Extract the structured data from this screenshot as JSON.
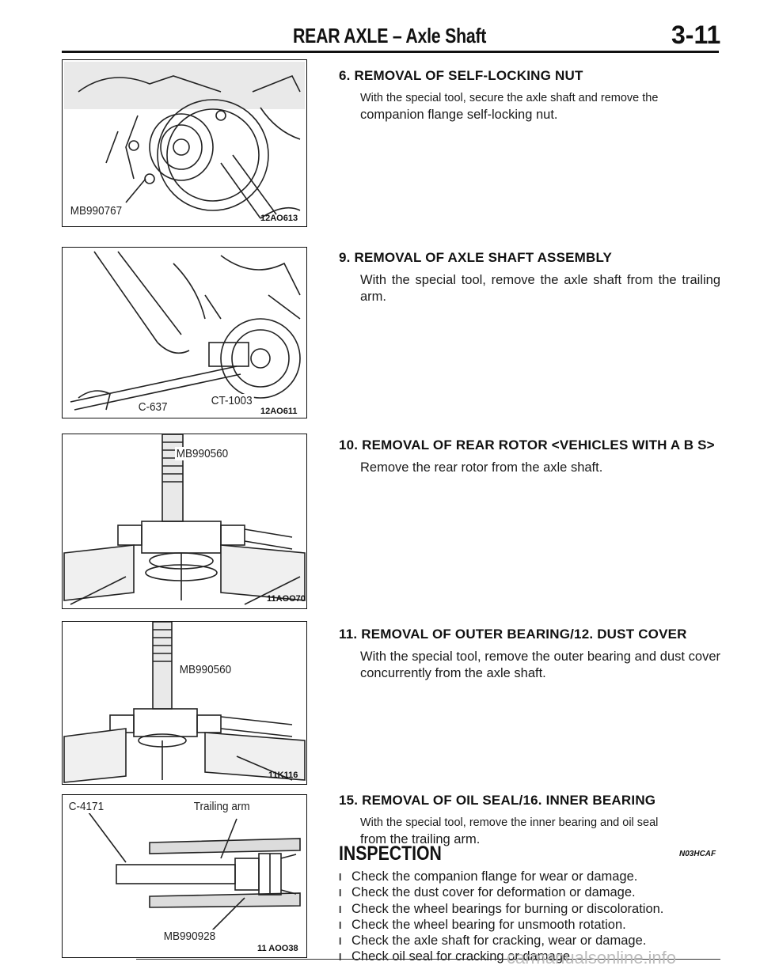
{
  "header": {
    "title": "REAR AXLE – Axle Shaft",
    "page_number": "3-11"
  },
  "figures": [
    {
      "code": "12AO613",
      "labels": [
        "MB990767"
      ]
    },
    {
      "code": "12AO611",
      "labels": [
        "C-637",
        "CT-1003"
      ]
    },
    {
      "code": "11AOO70",
      "labels": [
        "MB990560"
      ]
    },
    {
      "code": "11K116",
      "labels": [
        "MB990560"
      ]
    },
    {
      "code": "11 AOO38",
      "labels": [
        "C-4171",
        "Trailing arm",
        "MB990928"
      ]
    }
  ],
  "sections": [
    {
      "title": "6. REMOVAL OF SELF-LOCKING NUT",
      "body_line1": "With the special tool, secure the axle shaft and remove the",
      "body_line2": "companion flange self-locking nut."
    },
    {
      "title": "9. REMOVAL OF AXLE SHAFT ASSEMBLY",
      "body": "With the special tool, remove the axle shaft from the trailing arm."
    },
    {
      "title": "10. REMOVAL OF REAR ROTOR <VEHICLES WITH A B S>",
      "body": "Remove the rear rotor from the axle shaft."
    },
    {
      "title": "11. REMOVAL OF OUTER BEARING/12. DUST COVER",
      "body": "With the special tool, remove the outer bearing and dust cover concurrently from the axle shaft."
    },
    {
      "title": "15. REMOVAL OF OIL SEAL/16. INNER BEARING",
      "body_line1": "With the special tool, remove the inner bearing and oil seal",
      "body_line2": "from the trailing arm."
    }
  ],
  "inspection": {
    "title": "INSPECTION",
    "code": "N03HCAF",
    "bullet": "l",
    "items": [
      "Check the companion flange for wear or damage.",
      "Check the dust cover for deformation or damage.",
      "Check the wheel bearings for burning or discoloration.",
      "Check the wheel bearing for unsmooth rotation.",
      "Check the axle shaft for cracking, wear or damage.",
      "Check oil seal for cracking or damage."
    ]
  },
  "watermark": "carmanualsonline.info"
}
